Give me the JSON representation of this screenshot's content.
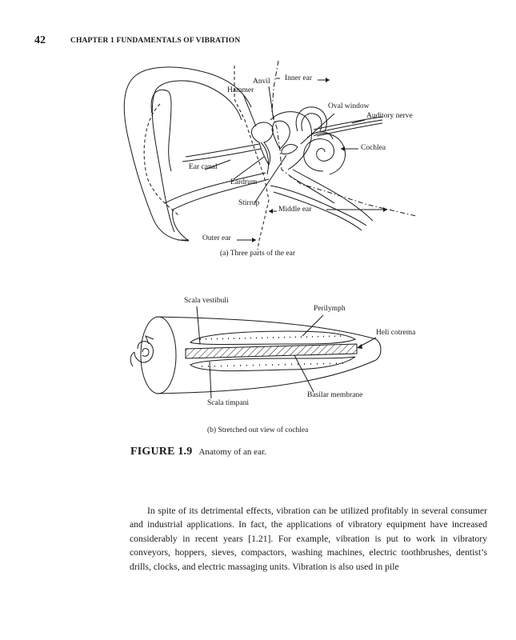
{
  "header": {
    "page_number": "42",
    "running_head": "CHAPTER 1   FUNDAMENTALS OF VIBRATION"
  },
  "figure_a": {
    "labels": {
      "anvil": "Anvil",
      "inner_ear": "Inner ear",
      "hammer": "Hammer",
      "oval_window": "Oval window",
      "auditory_nerve": "Auditory nerve",
      "cochlea": "Cochlea",
      "ear_canal": "Ear canal",
      "eardrum": "Eardrum",
      "stirrup": "Stirrup",
      "middle_ear": "Middle ear",
      "outer_ear": "Outer ear"
    },
    "caption": "(a) Three parts of the ear"
  },
  "figure_b": {
    "labels": {
      "scala_vestibuli": "Scala vestibuli",
      "perilymph": "Perilymph",
      "heli_cotrema": "Heli cotrema",
      "basilar_membrane": "Basilar membrane",
      "scala_timpani": "Scala timpani"
    },
    "caption": "(b) Stretched out view of cochlea"
  },
  "figure_caption": {
    "number": "FIGURE 1.9",
    "text": "Anatomy of an ear."
  },
  "body": {
    "paragraph": "In spite of its detrimental effects, vibration can be utilized profitably in several consumer and industrial applications. In fact, the applications of vibratory equipment have increased considerably in recent years [1.21]. For example, vibration is put to work in vibratory conveyors, hoppers, sieves, compactors, washing machines, electric toothbrushes, dentist’s drills, clocks, and electric massaging units. Vibration is also used in pile"
  }
}
